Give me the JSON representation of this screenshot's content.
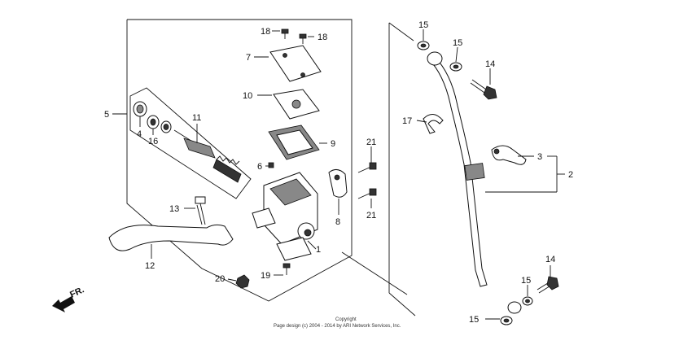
{
  "callouts": [
    {
      "id": "c18a",
      "text": "18"
    },
    {
      "id": "c18b",
      "text": "18"
    },
    {
      "id": "c7",
      "text": "7"
    },
    {
      "id": "c10",
      "text": "10"
    },
    {
      "id": "c5",
      "text": "5"
    },
    {
      "id": "c4",
      "text": "4"
    },
    {
      "id": "c16",
      "text": "16"
    },
    {
      "id": "c11",
      "text": "11"
    },
    {
      "id": "c9",
      "text": "9"
    },
    {
      "id": "c6",
      "text": "6"
    },
    {
      "id": "c21a",
      "text": "21"
    },
    {
      "id": "c21b",
      "text": "21"
    },
    {
      "id": "c8",
      "text": "8"
    },
    {
      "id": "c13",
      "text": "13"
    },
    {
      "id": "c1",
      "text": "1"
    },
    {
      "id": "c12",
      "text": "12"
    },
    {
      "id": "c19",
      "text": "19"
    },
    {
      "id": "c20",
      "text": "20"
    },
    {
      "id": "c15a",
      "text": "15"
    },
    {
      "id": "c15b",
      "text": "15"
    },
    {
      "id": "c14a",
      "text": "14"
    },
    {
      "id": "c17",
      "text": "17"
    },
    {
      "id": "c3",
      "text": "3"
    },
    {
      "id": "c2",
      "text": "2"
    },
    {
      "id": "c14b",
      "text": "14"
    },
    {
      "id": "c15c",
      "text": "15"
    },
    {
      "id": "c15d",
      "text": "15"
    }
  ],
  "direction_marker": "FR.",
  "footer": {
    "line1": "Copyright",
    "line2": "Page design (c) 2004 - 2014 by ARI Network Services, Inc."
  }
}
